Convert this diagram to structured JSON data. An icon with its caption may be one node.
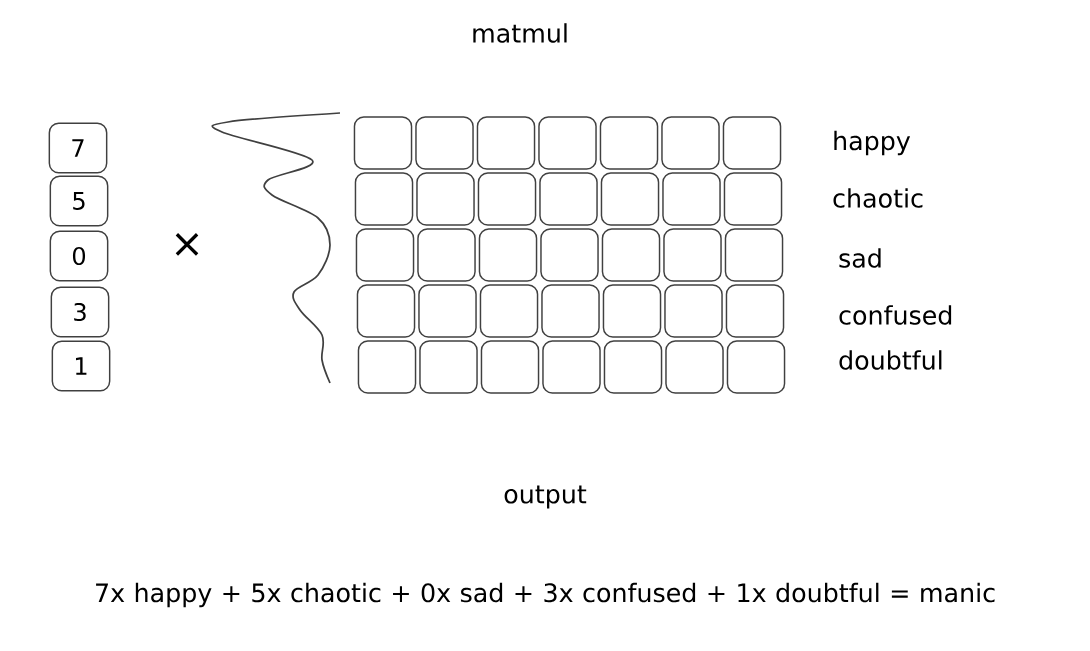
{
  "diagram": {
    "title": "matmul",
    "nodes": [
      {
        "text": [
          "7"
        ]
      },
      {
        "text": [
          "5"
        ]
      },
      {
        "text": [
          "0"
        ]
      },
      {
        "text": [
          "3"
        ]
      },
      {
        "text": [
          "1"
        ]
      },
      {
        "text": [],
        "shape": "box"
      },
      {
        "text": [],
        "shape": "box"
      },
      {
        "text": [],
        "shape": "box"
      },
      {
        "text": [],
        "shape": "box"
      },
      {
        "text": [],
        "shape": "box"
      },
      {
        "text": [],
        "shape": "box"
      },
      {
        "text": [],
        "shape": "box"
      },
      {
        "text": [],
        "shape": "box"
      },
      {
        "text": [],
        "shape": "box"
      },
      {
        "text": [],
        "shape": "box"
      },
      {
        "text": [],
        "shape": "box"
      },
      {
        "text": [],
        "shape": "box"
      },
      {
        "text": [],
        "shape": "box"
      },
      {
        "text": [],
        "shape": "box"
      },
      {
        "text": [],
        "shape": "box"
      },
      {
        "text": [],
        "shape": "box"
      },
      {
        "text": [],
        "shape": "box"
      },
      {
        "text": [],
        "shape": "box"
      },
      {
        "text": [],
        "shape": "box"
      },
      {
        "text": [],
        "shape": "box"
      },
      {
        "text": [],
        "shape": "box"
      },
      {
        "text": [],
        "shape": "box"
      },
      {
        "text": [],
        "shape": "box"
      },
      {
        "text": [],
        "shape": "box"
      },
      {
        "text": [],
        "shape": "box"
      },
      {
        "text": [],
        "shape": "box"
      },
      {
        "text": [],
        "shape": "box"
      },
      {
        "text": [],
        "shape": "box"
      },
      {
        "text": [],
        "shape": "box"
      },
      {
        "text": [],
        "shape": "box"
      },
      {
        "text": [],
        "shape": "box"
      },
      {
        "text": [],
        "shape": "box"
      },
      {
        "text": [],
        "shape": "box"
      },
      {
        "text": [],
        "shape": "box"
      },
      {
        "text": [],
        "shape": "box"
      }
    ],
    "labels": [
      "×",
      "happy",
      "chaotic",
      "sad",
      "confused",
      "doubtful",
      "output",
      "7x happy + 5x chaotic + 0x sad + 3x confused + 1x doubtful = manic"
    ]
  }
}
